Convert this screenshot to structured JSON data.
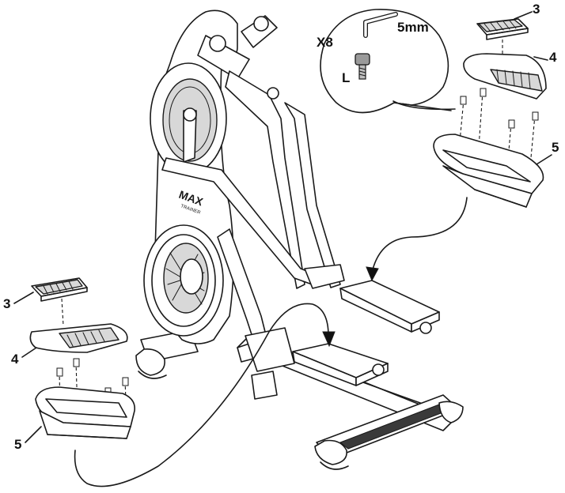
{
  "callout": {
    "quantity": "X8",
    "tool_size": "5mm",
    "bolt_size": "L"
  },
  "labels": {
    "part_3_right": "3",
    "part_4_right": "4",
    "part_5_right": "5",
    "part_3_left": "3",
    "part_4_left": "4",
    "part_5_left": "5"
  },
  "machine": {
    "brand_mark": "MAX",
    "brand_sub": "TRAINER"
  }
}
